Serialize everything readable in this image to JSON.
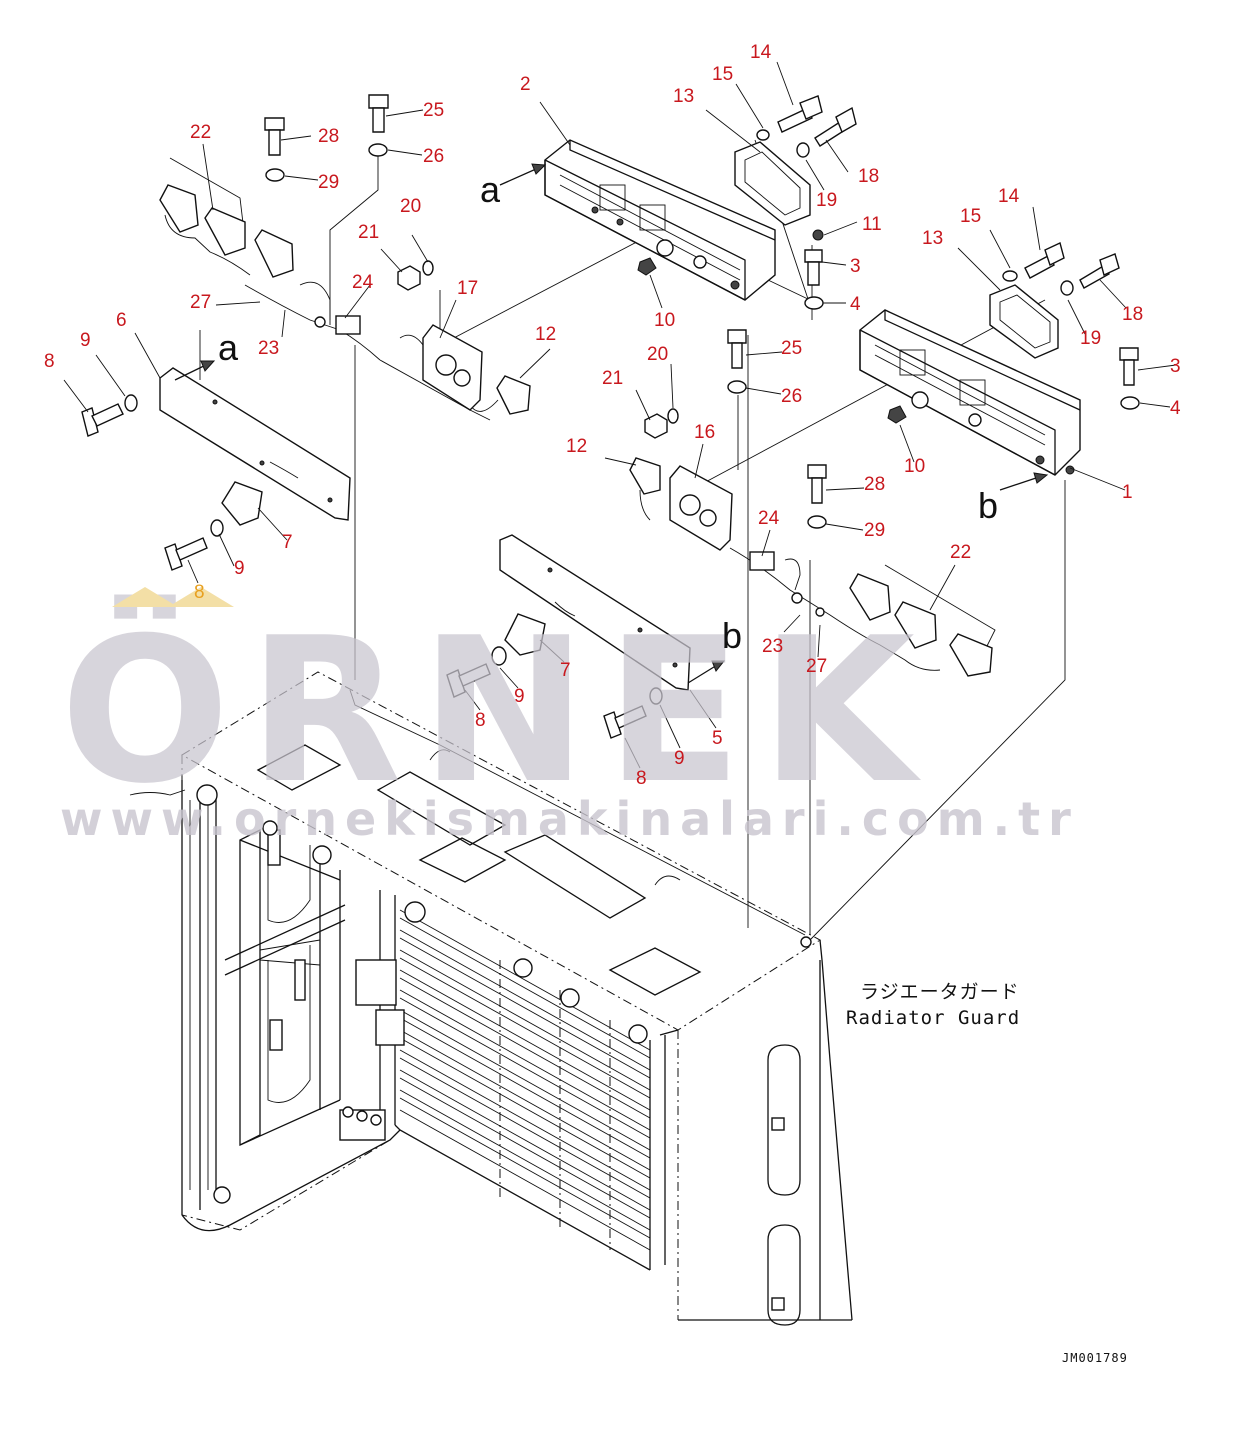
{
  "drawing_code": "JM001789",
  "note": {
    "japanese": "ラジエータガード",
    "english": "Radiator Guard"
  },
  "watermark": {
    "brand": "ÖRNEK",
    "url": "www.ornekismakinalari.com.tr"
  },
  "reference_letters": {
    "a": "a",
    "b": "b"
  },
  "callouts": [
    {
      "id": "c14a",
      "label": "14"
    },
    {
      "id": "c15a",
      "label": "15"
    },
    {
      "id": "c13a",
      "label": "13"
    },
    {
      "id": "c2",
      "label": "2"
    },
    {
      "id": "c18a",
      "label": "18"
    },
    {
      "id": "c19a",
      "label": "19"
    },
    {
      "id": "c11",
      "label": "11"
    },
    {
      "id": "c3a",
      "label": "3"
    },
    {
      "id": "c4a",
      "label": "4"
    },
    {
      "id": "c10a",
      "label": "10"
    },
    {
      "id": "c25a",
      "label": "25"
    },
    {
      "id": "c26a",
      "label": "26"
    },
    {
      "id": "c28a",
      "label": "28"
    },
    {
      "id": "c29a",
      "label": "29"
    },
    {
      "id": "c22a",
      "label": "22"
    },
    {
      "id": "c27a",
      "label": "27"
    },
    {
      "id": "c23a",
      "label": "23"
    },
    {
      "id": "c24a",
      "label": "24"
    },
    {
      "id": "c20a",
      "label": "20"
    },
    {
      "id": "c21a",
      "label": "21"
    },
    {
      "id": "c17",
      "label": "17"
    },
    {
      "id": "c12a",
      "label": "12"
    },
    {
      "id": "c6",
      "label": "6"
    },
    {
      "id": "c9a",
      "label": "9"
    },
    {
      "id": "c8a",
      "label": "8"
    },
    {
      "id": "c9b",
      "label": "9"
    },
    {
      "id": "c7a",
      "label": "7"
    },
    {
      "id": "c8b",
      "label": "8"
    },
    {
      "id": "c14b",
      "label": "14"
    },
    {
      "id": "c15b",
      "label": "15"
    },
    {
      "id": "c13b",
      "label": "13"
    },
    {
      "id": "c18b",
      "label": "18"
    },
    {
      "id": "c19b",
      "label": "19"
    },
    {
      "id": "c3b",
      "label": "3"
    },
    {
      "id": "c4b",
      "label": "4"
    },
    {
      "id": "c10b",
      "label": "10"
    },
    {
      "id": "c1",
      "label": "1"
    },
    {
      "id": "c25b",
      "label": "25"
    },
    {
      "id": "c26b",
      "label": "26"
    },
    {
      "id": "c20b",
      "label": "20"
    },
    {
      "id": "c21b",
      "label": "21"
    },
    {
      "id": "c16",
      "label": "16"
    },
    {
      "id": "c12b",
      "label": "12"
    },
    {
      "id": "c28b",
      "label": "28"
    },
    {
      "id": "c29b",
      "label": "29"
    },
    {
      "id": "c24b",
      "label": "24"
    },
    {
      "id": "c22b",
      "label": "22"
    },
    {
      "id": "c23b",
      "label": "23"
    },
    {
      "id": "c27b",
      "label": "27"
    },
    {
      "id": "c7b",
      "label": "7"
    },
    {
      "id": "c9c",
      "label": "9"
    },
    {
      "id": "c8c",
      "label": "8"
    },
    {
      "id": "c5",
      "label": "5"
    },
    {
      "id": "c9d",
      "label": "9"
    },
    {
      "id": "c8d",
      "label": "8"
    }
  ]
}
